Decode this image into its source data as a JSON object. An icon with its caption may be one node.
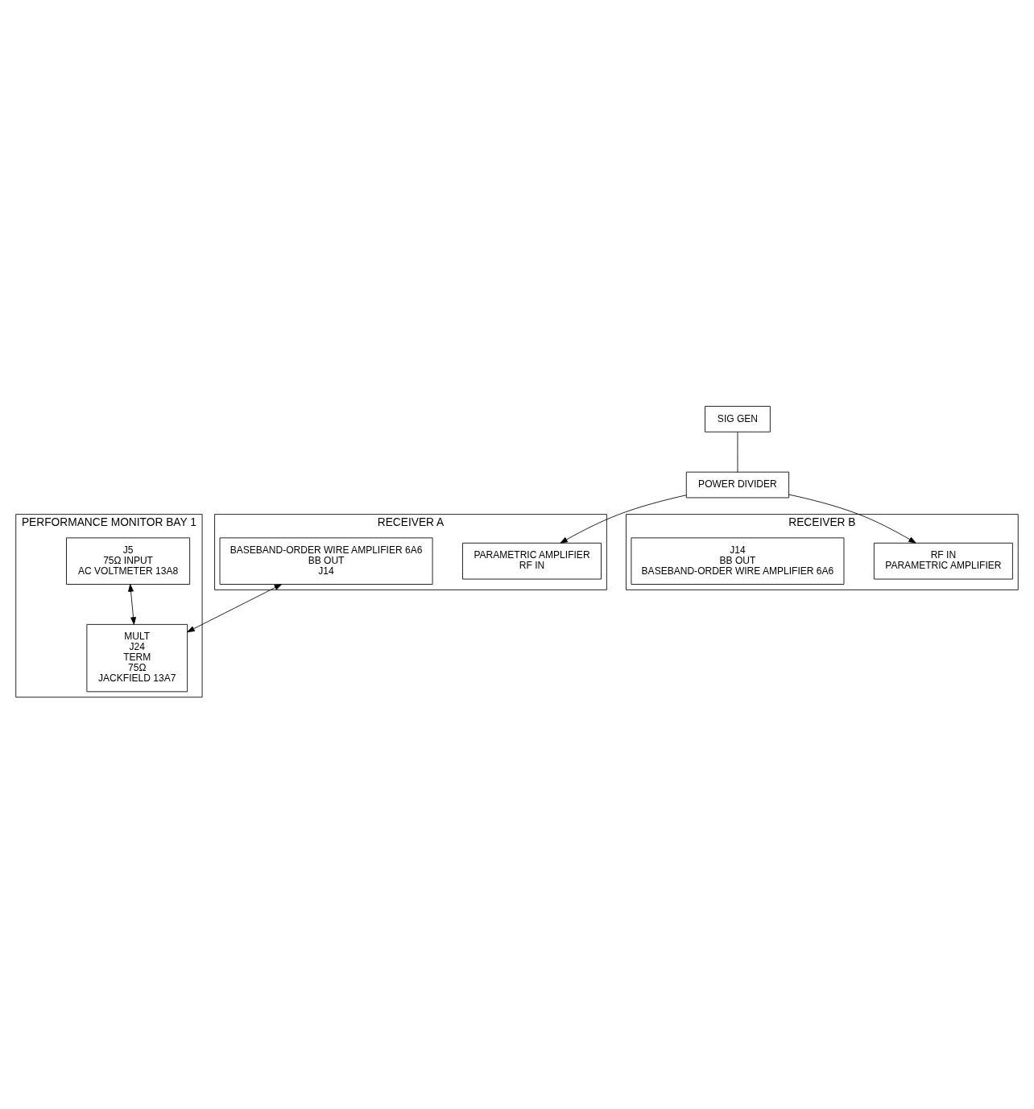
{
  "diagram": {
    "nodes": [
      {
        "text": [
          "RECEIVER A"
        ]
      },
      {
        "text": [
          "PARAMETRIC AMPLIFIER",
          "RF IN"
        ],
        "in": 0
      },
      {
        "text": [
          "BASEBAND-ORDER WIRE AMPLIFIER 6A6",
          "BB OUT",
          "J14"
        ],
        "in": 0
      },
      {
        "text": [
          "PERFORMANCE MONITOR BAY 1"
        ]
      },
      {
        "text": [
          "J5",
          "75Ω INPUT",
          "AC VOLTMETER 13A8"
        ],
        "in": 3
      },
      {
        "text": [
          "MULT",
          "J24",
          "TERM",
          "75Ω",
          "JACKFIELD 13A7"
        ],
        "in": 3
      },
      {
        "text": [
          "SIG GEN"
        ]
      },
      {
        "text": [
          "POWER DIVIDER"
        ]
      },
      {
        "text": [
          "RECEIVER B"
        ]
      },
      {
        "text": [
          "RF IN",
          "PARAMETRIC AMPLIFIER"
        ],
        "in": 8
      },
      {
        "text": [
          "J14",
          "BB OUT",
          "BASEBAND-ORDER WIRE AMPLIFIER 6A6"
        ],
        "in": 8
      }
    ],
    "edges": [
      {
        "from": 6,
        "to": 7,
        "arrow": "none"
      },
      {
        "from": 7,
        "to": 1,
        "arrow": "to"
      },
      {
        "from": 7,
        "to": 9,
        "arrow": "to"
      },
      {
        "from": 4,
        "to": 5,
        "arrow": "both"
      },
      {
        "from": 2,
        "to": 5,
        "arrow": "both"
      }
    ]
  }
}
